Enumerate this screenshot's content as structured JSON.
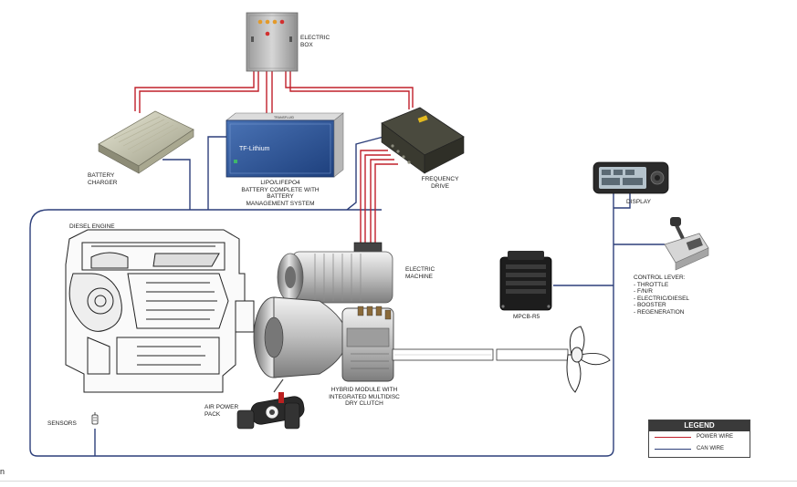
{
  "labels": {
    "electric_box": [
      "ELECTRIC",
      "BOX"
    ],
    "battery_charger": [
      "BATTERY",
      "CHARGER"
    ],
    "battery": [
      "LIPO/LIFEPO4",
      "BATTERY COMPLETE WITH",
      "BATTERY",
      "MANAGEMENT SYSTEM"
    ],
    "frequency_drive": [
      "FREQUENCY",
      "DRIVE"
    ],
    "display": "DISPLAY",
    "diesel_engine": "DIESEL ENGINE",
    "electric_machine": [
      "ELECTRIC",
      "MACHINE"
    ],
    "mpcb": "MPCB-R5",
    "control_lever": "CONTROL LEVER:",
    "control_lever_items": [
      "- THROTTLE",
      "- F/N/R",
      "- ELECTRIC/DIESEL",
      "- BOOSTER",
      "- REGENERATION"
    ],
    "hybrid_module": [
      "HYBRID MODULE WITH",
      "INTEGRATED MULTIDISC",
      "DRY CLUTCH"
    ],
    "air_power_pack": [
      "AIR POWER",
      "PACK"
    ],
    "sensors": "SENSORS",
    "battery_brand": "TF-Lithium",
    "battery_top_brand": "TRANSFLUID"
  },
  "legend": {
    "title": "LEGEND",
    "items": [
      {
        "label": "POWER WIRE",
        "color": "#c0202a"
      },
      {
        "label": "CAN WIRE",
        "color": "#2d3f7a"
      }
    ]
  },
  "colors": {
    "power_wire": "#c0202a",
    "can_wire": "#2d3f7a"
  },
  "footer_glyph": "n"
}
